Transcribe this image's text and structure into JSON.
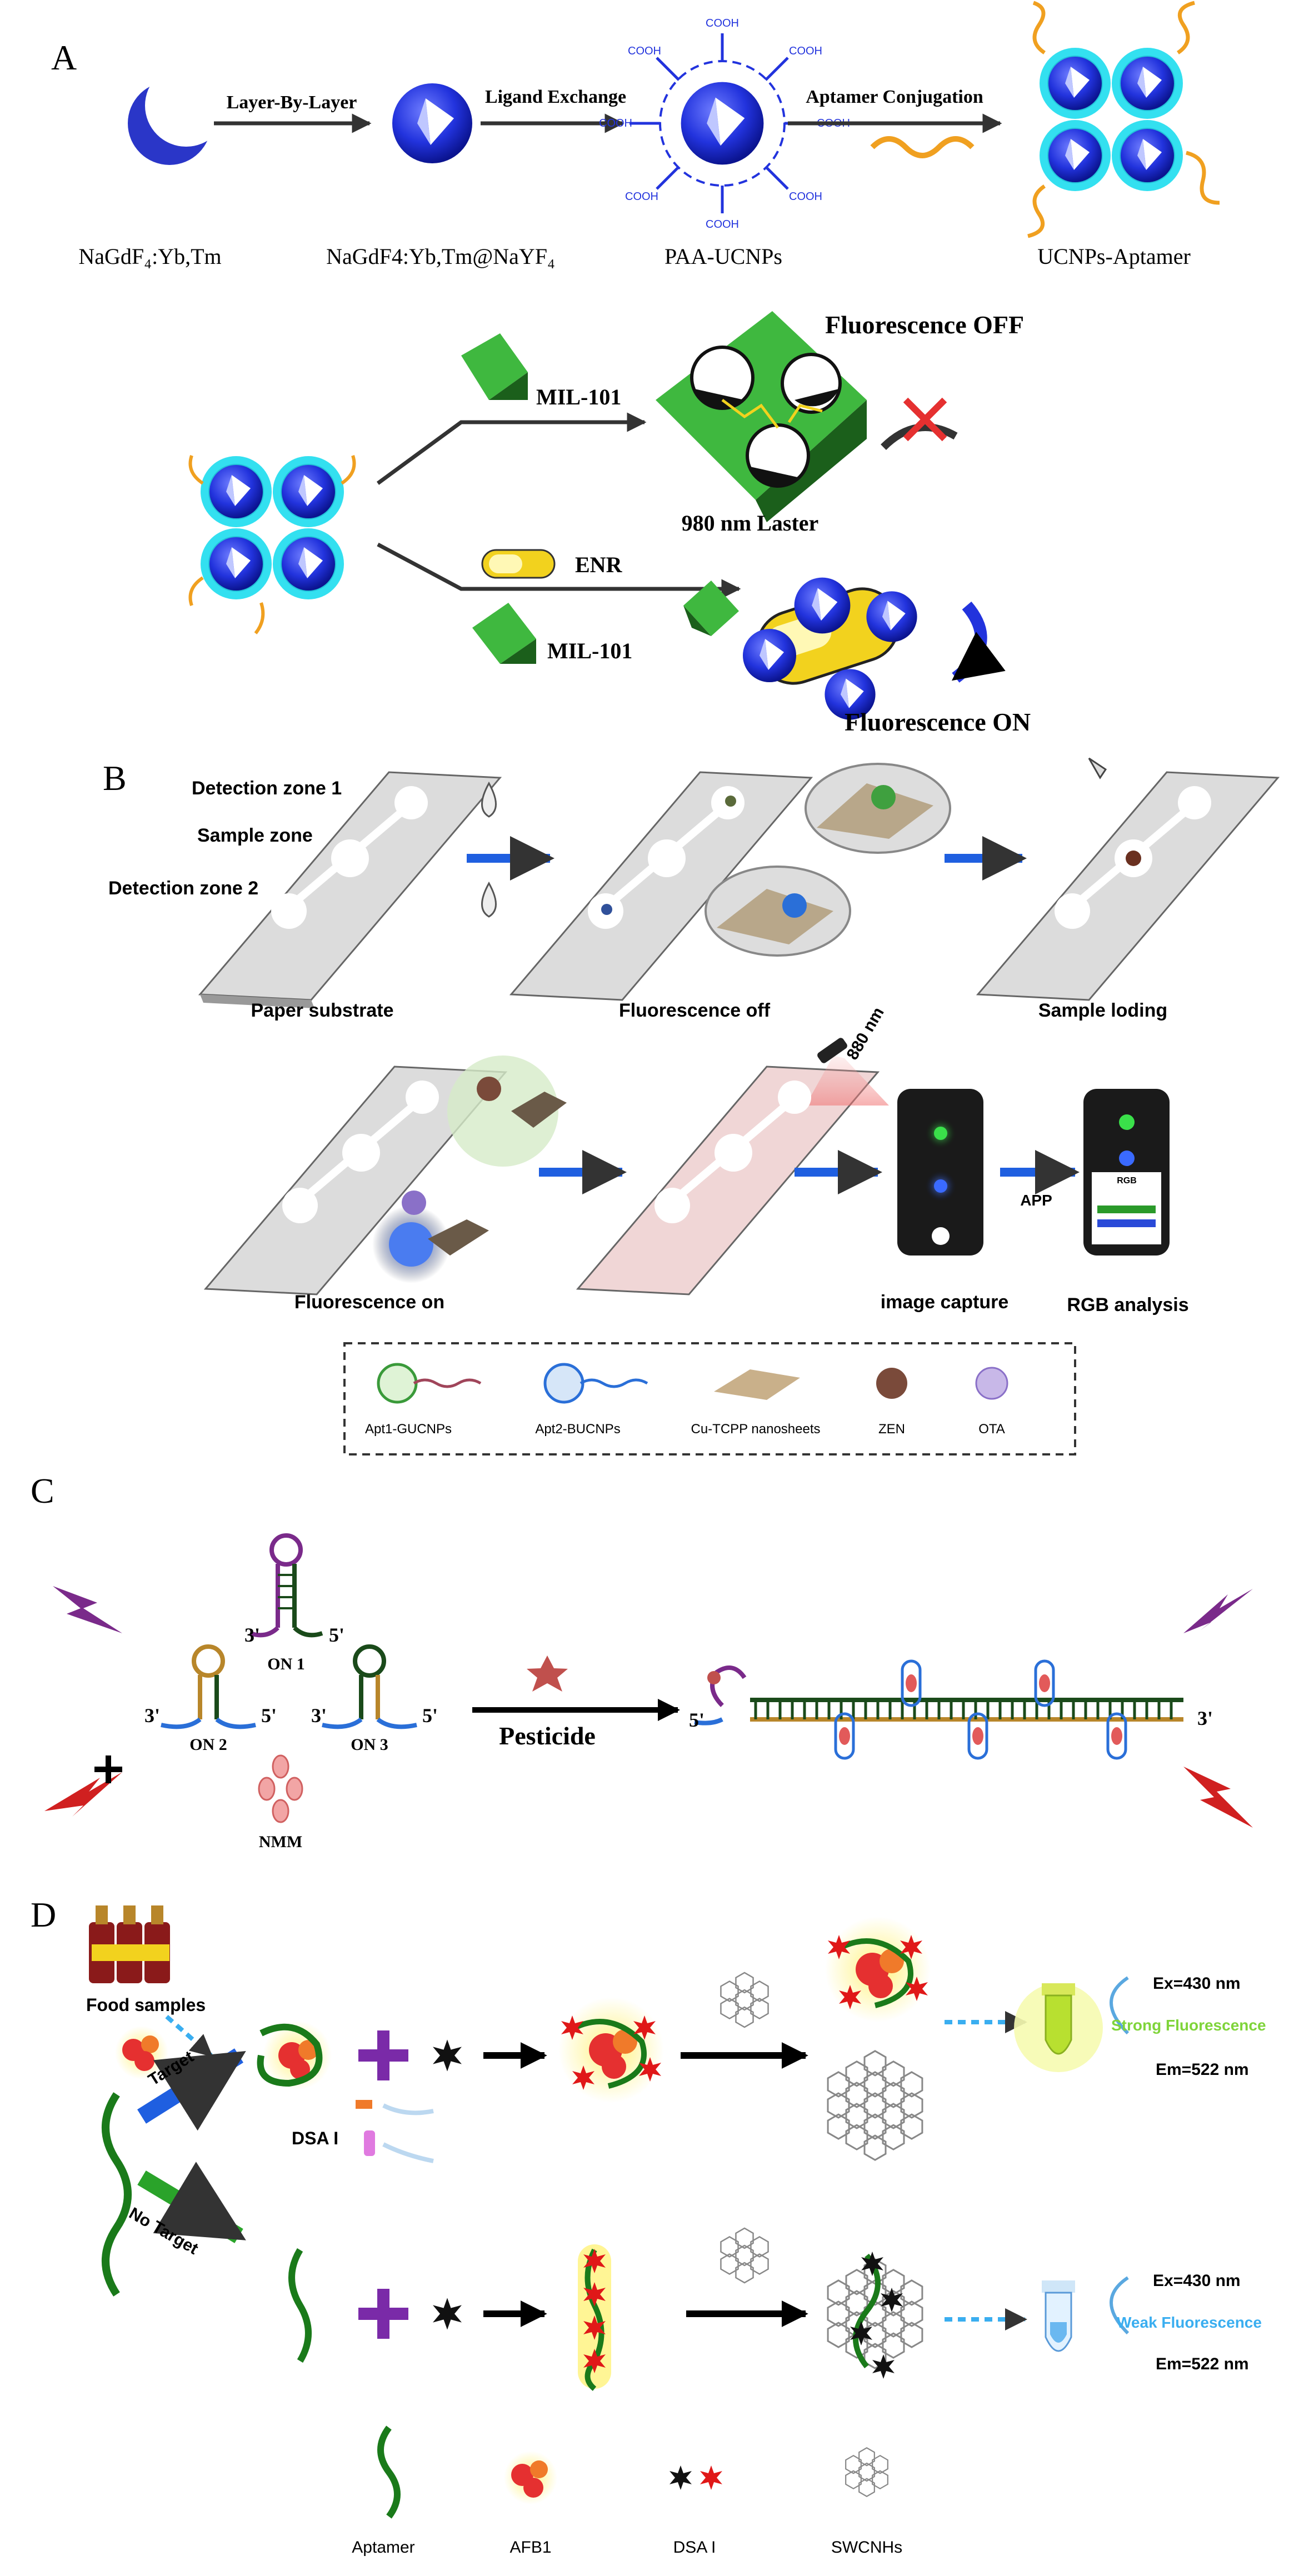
{
  "panels": {
    "A": {
      "letter": "A",
      "steps": [
        "Layer-By-Layer",
        "Ligand Exchange",
        "Aptamer Conjugation"
      ],
      "materials": {
        "core": "NaGdF₄:Yb,Tm",
        "coreshell": "NaGdF4:Yb,Tm@NaYF₄",
        "paa": "PAA-UCNPs",
        "apt": "UCNPs-Aptamer"
      },
      "cooh": "COOH",
      "mil_top": "MIL-101",
      "fluor_off": "Fluorescence OFF",
      "laser": "980 nm Laster",
      "enr": "ENR",
      "mil_bottom": "MIL-101",
      "fluor_on": "Fluorescence ON"
    },
    "B": {
      "letter": "B",
      "zone1": "Detection zone 1",
      "sample_zone": "Sample zone",
      "zone2": "Detection zone 2",
      "paper": "Paper substrate",
      "fluor_off": "Fluorescence off",
      "loading": "Sample loding",
      "nm": "880 nm",
      "fluor_on": "Fluorescence on",
      "capture": "image capture",
      "app": "APP",
      "rgb_analysis": "RGB analysis",
      "rgb": "RGB",
      "legend": [
        "Apt1-GUCNPs",
        "Apt2-BUCNPs",
        "Cu-TCPP nanosheets",
        "ZEN",
        "OTA"
      ]
    },
    "C": {
      "letter": "C",
      "three": "3'",
      "five": "5'",
      "on1": "ON 1",
      "on2": "ON 2",
      "on3": "ON 3",
      "nmm": "NMM",
      "pesticide": "Pesticide"
    },
    "D": {
      "letter": "D",
      "food": "Food samples",
      "target": "Target",
      "no_target": "No Target",
      "dsa": "DSA I",
      "ex": "Ex=430 nm",
      "em": "Em=522 nm",
      "strong": "Strong Fluorescence",
      "weak": "Weak Fluorescence",
      "legend": [
        "Aptamer",
        "AFB1",
        "DSA I",
        "SWCNHs"
      ]
    }
  },
  "colors": {
    "ucnp_blue": "#2233dd",
    "shell_cyan": "#33e0f0",
    "mof_green": "#3fb83f",
    "aptamer_orange": "#f0a020",
    "enr_yellow": "#f2d21e",
    "red_cross": "#e53030",
    "arrow_blue": "#1f5fe0",
    "strong_green": "#7fd43a",
    "weak_blue": "#3aaef0"
  }
}
